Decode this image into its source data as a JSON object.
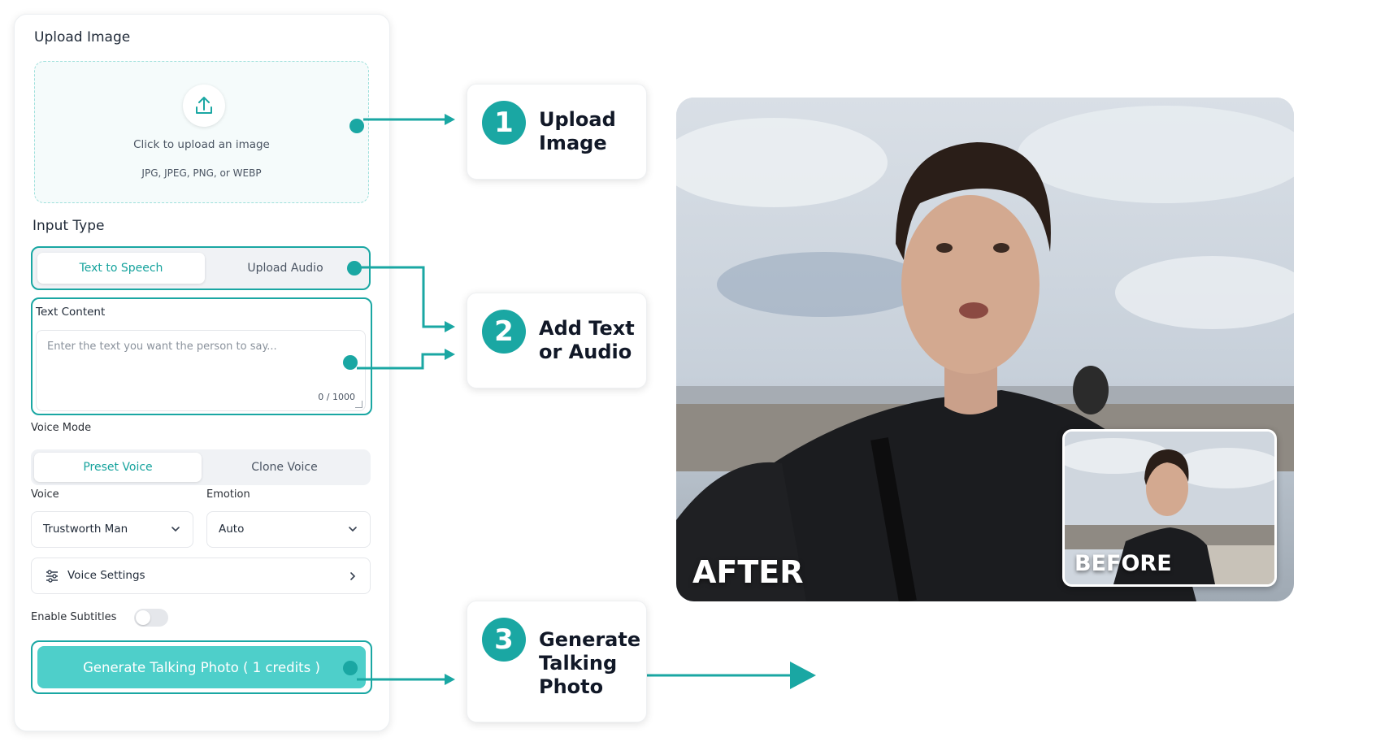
{
  "panel": {
    "upload_title": "Upload Image",
    "dropzone_text": "Click to upload an image",
    "dropzone_formats": "JPG, JPEG, PNG, or WEBP",
    "input_type_title": "Input Type",
    "input_tabs": [
      "Text to Speech",
      "Upload Audio"
    ],
    "input_tab_selected": "Text to Speech",
    "text_content_label": "Text Content",
    "text_placeholder": "Enter the text you want the person to say...",
    "char_count": "0 / 1000",
    "voice_mode_label": "Voice Mode",
    "voice_mode_tabs": [
      "Preset Voice",
      "Clone Voice"
    ],
    "voice_mode_selected": "Preset Voice",
    "voice_label": "Voice",
    "voice_value": "Trustworth Man",
    "emotion_label": "Emotion",
    "emotion_value": "Auto",
    "voice_settings_label": "Voice Settings",
    "subtitles_label": "Enable Subtitles",
    "subtitles_on": false,
    "generate_label": "Generate Talking Photo ( 1 credits )"
  },
  "steps": [
    {
      "number": "1",
      "line1": "Upload",
      "line2": "Image",
      "line3": ""
    },
    {
      "number": "2",
      "line1": "Add Text",
      "line2": "or Audio",
      "line3": ""
    },
    {
      "number": "3",
      "line1": "Generate",
      "line2": "Talking",
      "line3": "Photo"
    }
  ],
  "preview": {
    "after_label": "AFTER",
    "before_label": "BEFORE"
  },
  "colors": {
    "accent": "#1aa7a3",
    "button": "#4ecfca"
  }
}
